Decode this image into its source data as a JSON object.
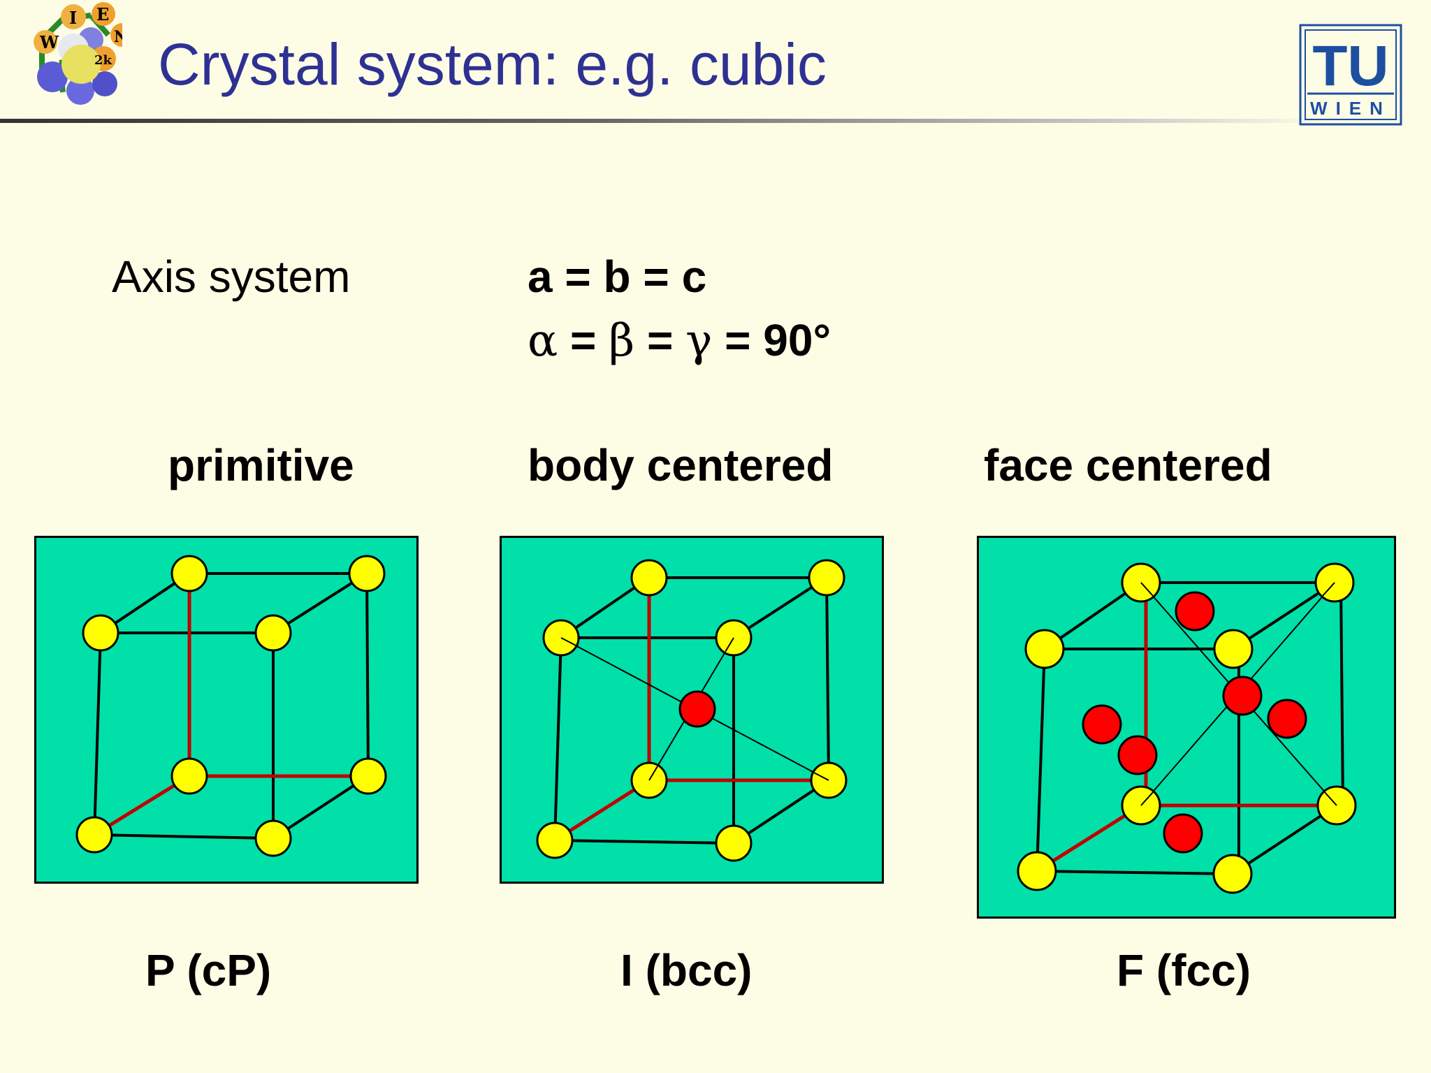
{
  "slide": {
    "title": "Crystal system: e.g. cubic"
  },
  "logos": {
    "wien2k": {
      "letters": [
        "W",
        "I",
        "E",
        "N",
        "2k"
      ]
    },
    "tu_wien": {
      "top": "TU",
      "bottom": "WIEN"
    }
  },
  "axis_system": {
    "label": "Axis system",
    "lengths": "a = b = c",
    "angles": {
      "alpha": "α",
      "eq1": " = ",
      "beta": "β",
      "eq2": " = ",
      "gamma": "γ",
      "rest": " = 90°"
    }
  },
  "lattices": [
    {
      "heading": "primitive",
      "symbol": "P (cP)"
    },
    {
      "heading": "body centered",
      "symbol": "I (bcc)"
    },
    {
      "heading": "face centered",
      "symbol": "F (fcc)"
    }
  ],
  "colors": {
    "title": "#2e3192",
    "background": "#fdfde6",
    "panel": "#00e0a8",
    "corner_atom": "#ffff00",
    "center_atom": "#ff0000",
    "axis_edge": "#c00000",
    "edge": "#000000",
    "tu_blue": "#1d4fa1"
  }
}
